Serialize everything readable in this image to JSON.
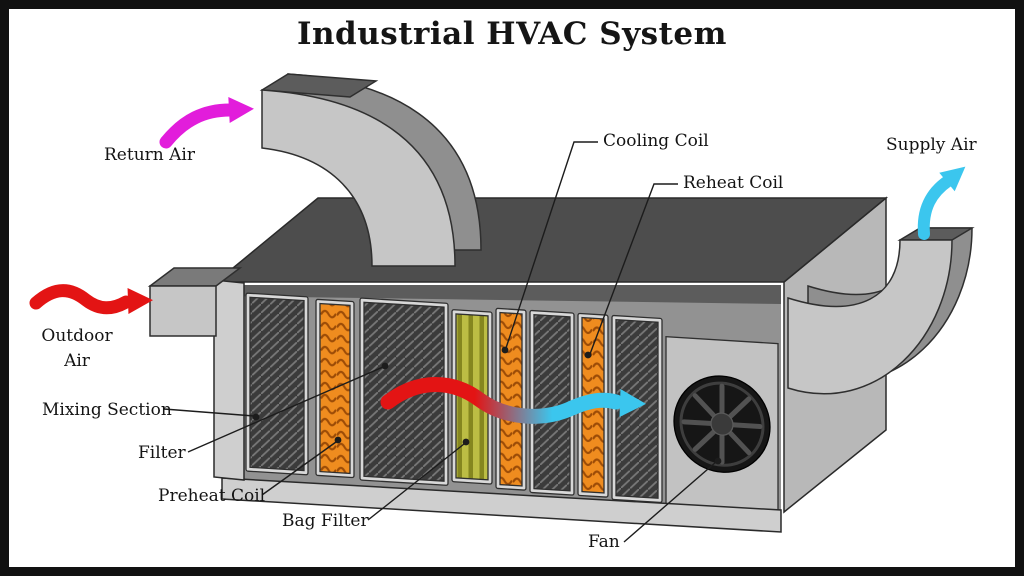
{
  "title": "Industrial HVAC System",
  "labels": {
    "return_air": "Return Air",
    "outdoor_air": "Outdoor Air",
    "mixing_section": "Mixing Section",
    "filter": "Filter",
    "preheat_coil": "Preheat Coil",
    "bag_filter": "Bag Filter",
    "cooling_coil": "Cooling Coil",
    "reheat_coil": "Reheat Coil",
    "fan": "Fan",
    "supply_air": "Supply Air"
  },
  "colors": {
    "return_air_arrow": "#e21ddb",
    "outdoor_air_arrow": "#e31414",
    "supply_air_arrow": "#3bc6ee",
    "coil": "#ef8c1f",
    "bag_filter": "#bcbd44"
  }
}
